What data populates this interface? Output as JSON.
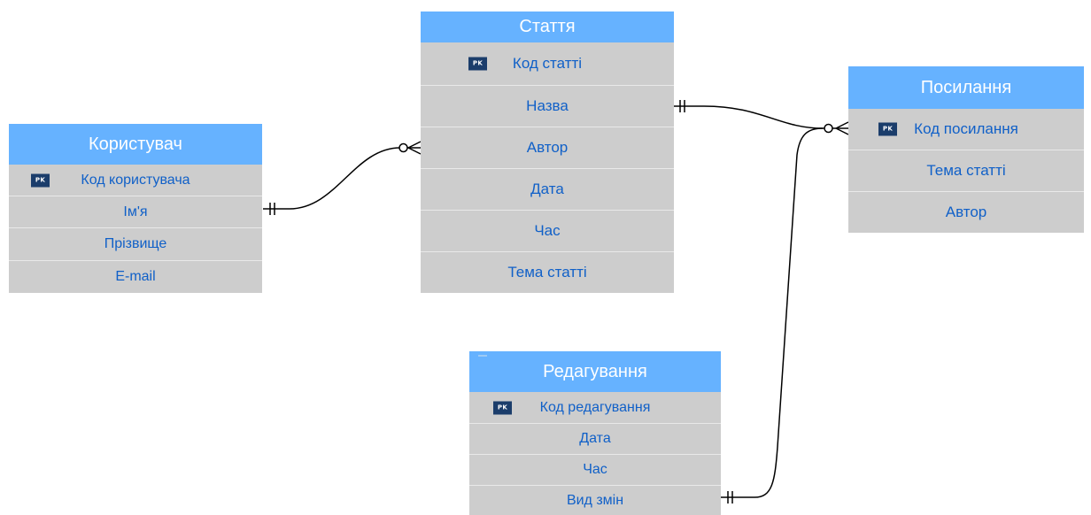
{
  "entities": {
    "korystuvach": {
      "title": "Користувач",
      "pk_badge": "PK",
      "pk_field": "Код користувача",
      "fields": [
        "Ім'я",
        "Прізвище",
        "E-mail"
      ]
    },
    "stattia": {
      "title": "Стаття",
      "pk_badge": "PK",
      "pk_field": "Код статті",
      "fields": [
        "Назва",
        "Автор",
        "Дата",
        "Час",
        "Тема статті"
      ]
    },
    "posylannia": {
      "title": "Посилання",
      "pk_badge": "PK",
      "pk_field": "Код посилання",
      "fields": [
        "Тема статті",
        "Автор"
      ]
    },
    "redaguvannia": {
      "title": "Редагування",
      "pk_badge": "PK",
      "pk_field": "Код редагування",
      "fields": [
        "Дата",
        "Час",
        "Вид змін"
      ]
    }
  },
  "relationships": [
    {
      "from": "Користувач.Ім'я",
      "from_cardinality": "one-and-only-one",
      "to": "Стаття.Автор",
      "to_cardinality": "zero-or-many"
    },
    {
      "from": "Стаття.Назва",
      "from_cardinality": "one-and-only-one",
      "to": "Посилання.Код посилання",
      "to_cardinality": "zero-or-many"
    },
    {
      "from": "Редагування.Вид змін",
      "from_cardinality": "one-and-only-one",
      "to": "Посилання.Код посилання",
      "to_cardinality": "zero-or-many"
    }
  ],
  "colors": {
    "header": "#66b2ff",
    "row_background": "#cdcdcd",
    "row_divider": "#e9e9e9",
    "field_text": "#1060c8",
    "pk_badge": "#1b3d6b",
    "connector": "#000000"
  }
}
